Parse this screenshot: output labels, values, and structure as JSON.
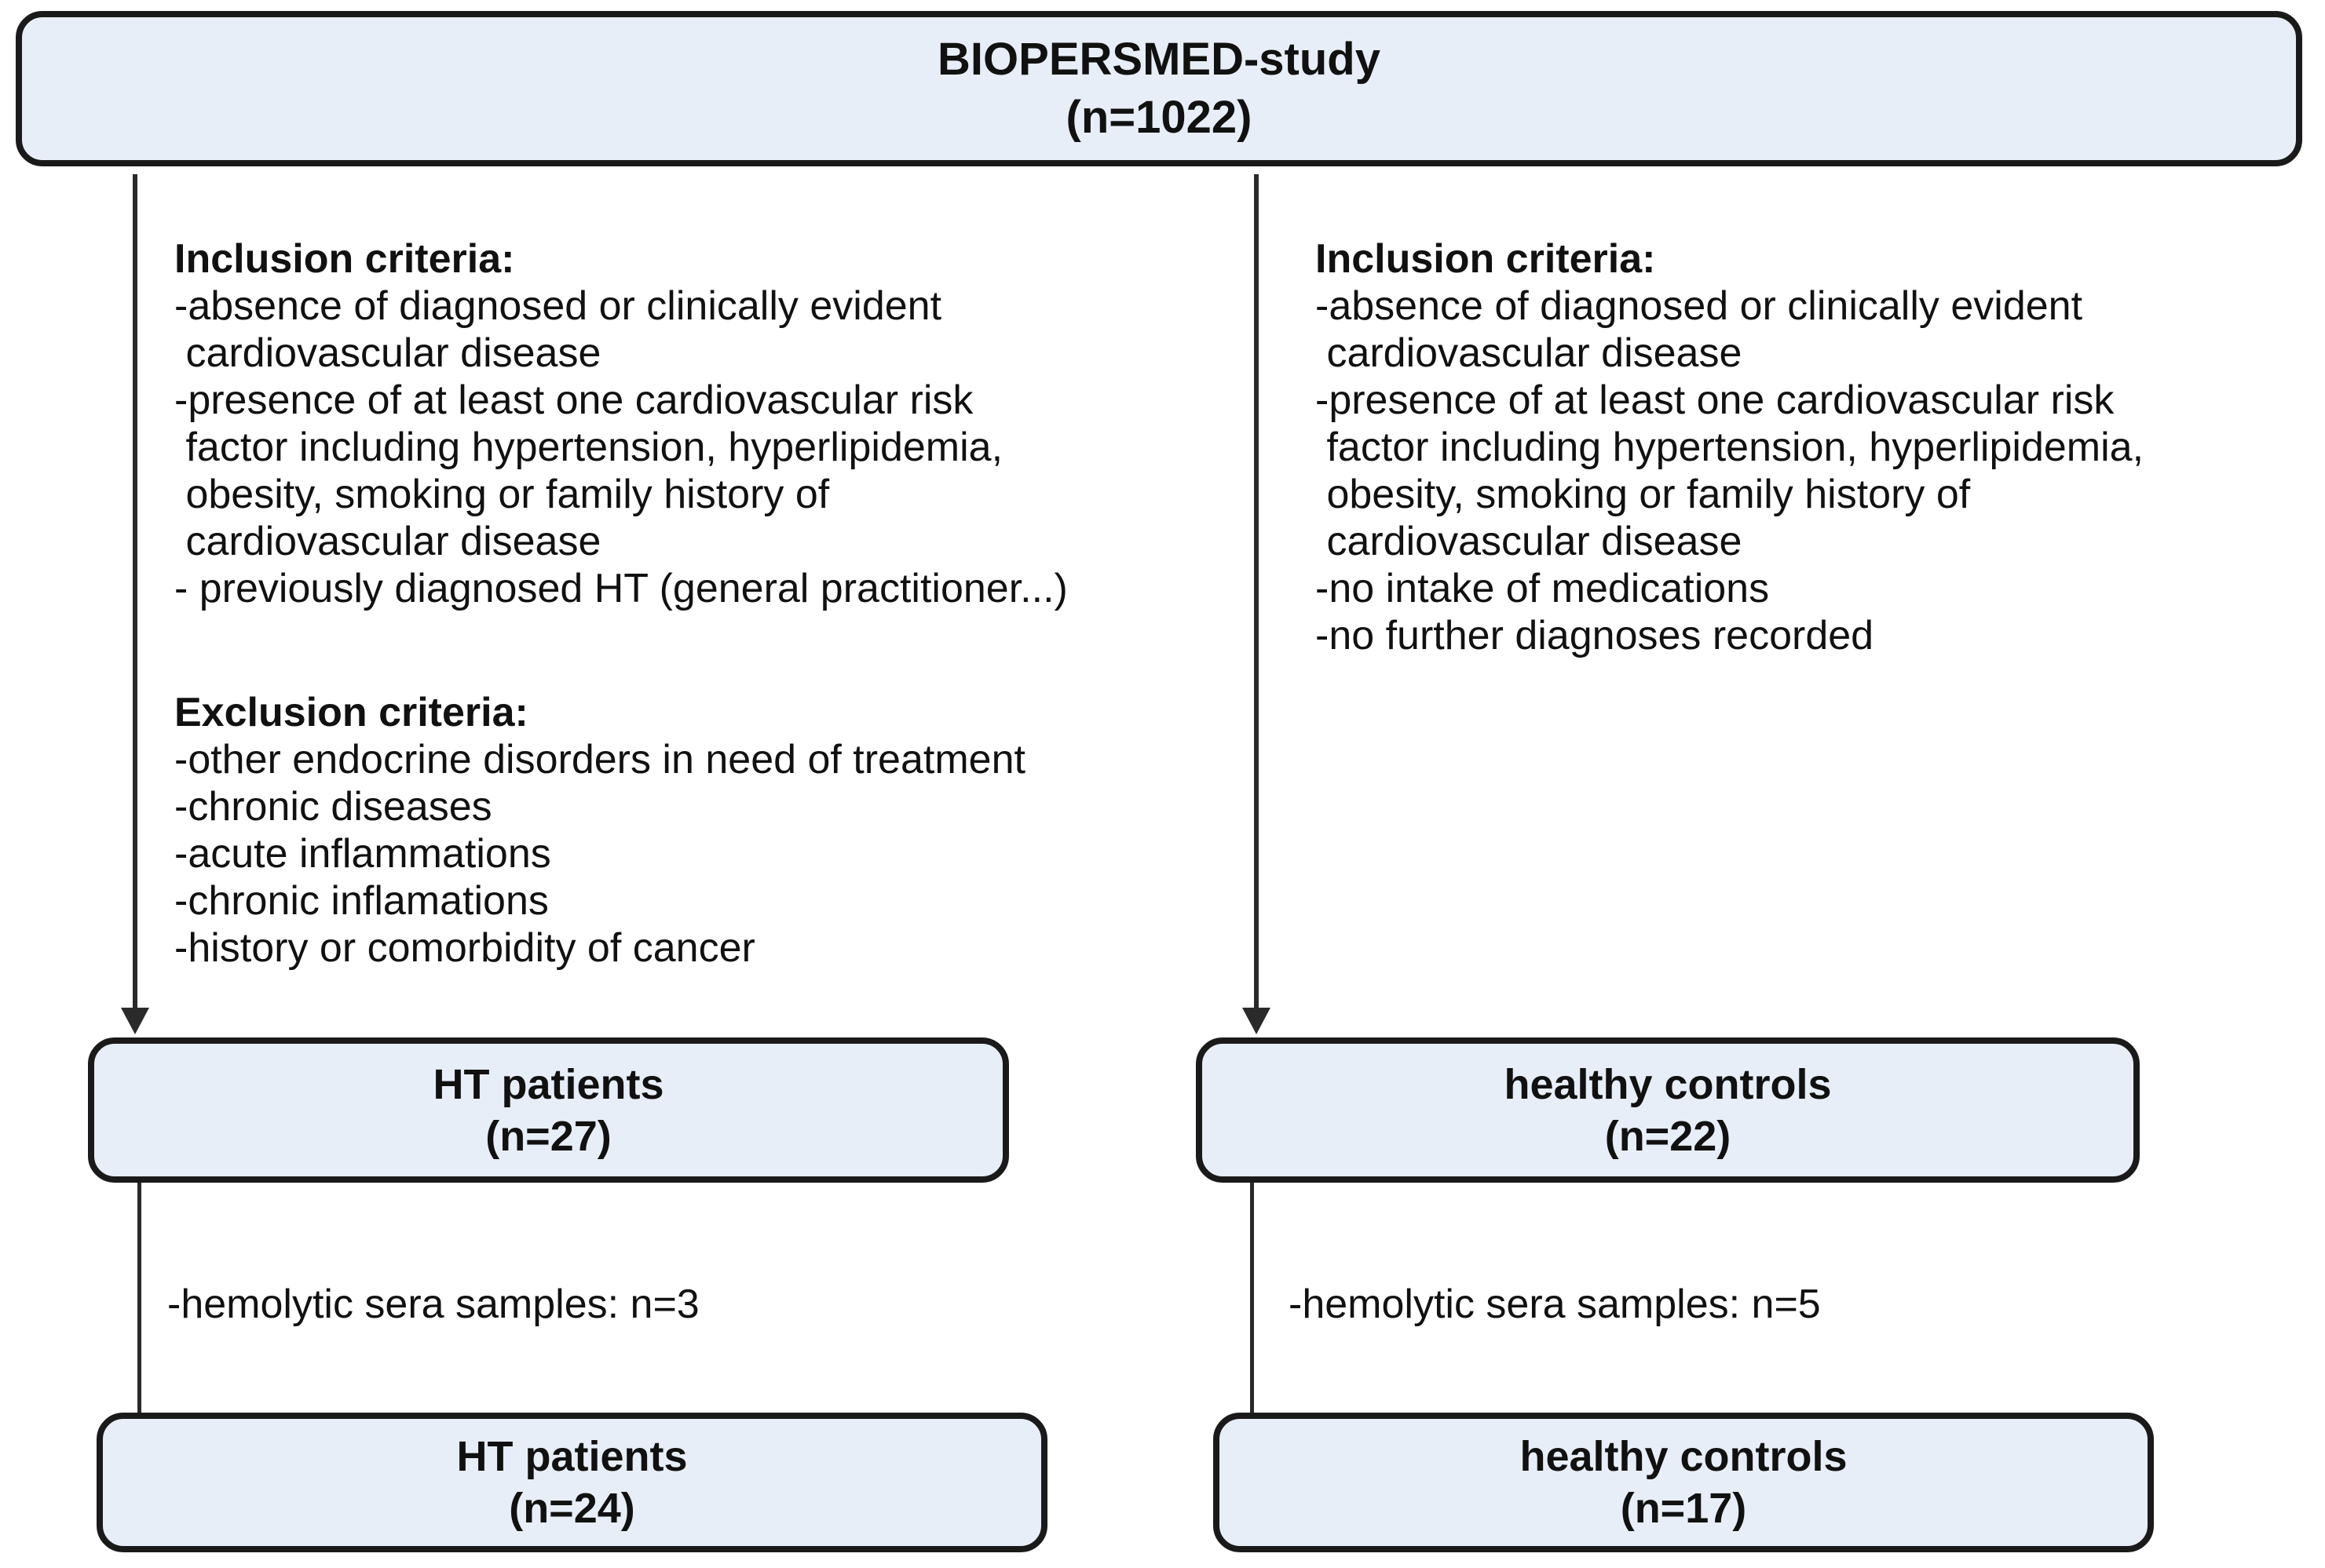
{
  "diagram": {
    "colors": {
      "box_fill": "#e8eef7",
      "box_border": "#1a1a1a",
      "line": "#2a2a2a"
    },
    "top_box": {
      "line1": "BIOPERSMED-study",
      "line2": "(n=1022)"
    },
    "left_criteria": {
      "inclusion_title": "Inclusion criteria:",
      "inclusion_lines": [
        "-absence of diagnosed or clinically evident",
        " cardiovascular disease",
        "-presence of at least one cardiovascular risk",
        " factor including hypertension, hyperlipidemia,",
        " obesity, smoking or family history of",
        " cardiovascular disease",
        "- previously diagnosed HT (general practitioner...)"
      ],
      "exclusion_title": "Exclusion criteria:",
      "exclusion_lines": [
        "-other endocrine disorders in need of treatment",
        "-chronic diseases",
        "-acute inflammations",
        "-chronic inflamations",
        "-history or comorbidity of cancer"
      ]
    },
    "right_criteria": {
      "inclusion_title": "Inclusion criteria:",
      "inclusion_lines": [
        "-absence of diagnosed or clinically evident",
        " cardiovascular disease",
        "-presence of at least one cardiovascular risk",
        " factor including hypertension, hyperlipidemia,",
        " obesity, smoking or family history of",
        " cardiovascular disease",
        "-no intake of medications",
        "-no further diagnoses recorded"
      ]
    },
    "mid_left_box": {
      "line1": "HT patients",
      "line2": "(n=27)"
    },
    "mid_right_box": {
      "line1": "healthy controls",
      "line2": "(n=22)"
    },
    "left_note": "-hemolytic sera samples: n=3",
    "right_note": "-hemolytic sera samples: n=5",
    "bottom_left_box": {
      "line1": "HT patients",
      "line2": "(n=24)"
    },
    "bottom_right_box": {
      "line1": "healthy controls",
      "line2": "(n=17)"
    }
  }
}
